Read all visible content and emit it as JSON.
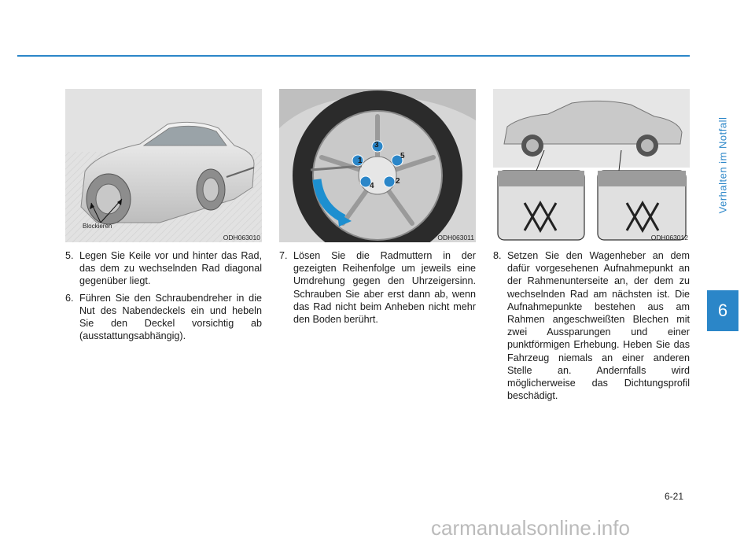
{
  "side_title": "Verhalten im Notfall",
  "chapter_number": "6",
  "page_number": "6-21",
  "watermark": "carmanualsonline.info",
  "figures": [
    {
      "code": "ODH063010",
      "label": "Blockieren"
    },
    {
      "code": "ODH063011",
      "bolt_numbers": [
        "1",
        "2",
        "3",
        "4",
        "5"
      ]
    },
    {
      "code": "ODH063012"
    }
  ],
  "steps": [
    {
      "number": "5.",
      "text": "Legen Sie Keile vor und hinter das Rad, das dem zu wechselnden Rad diagonal gegenüber liegt."
    },
    {
      "number": "6.",
      "text": "Führen Sie den Schraubendreher in die Nut des Nabendeckels ein und hebeln Sie den Deckel vorsichtig ab (ausstattungsabhängig)."
    },
    {
      "number": "7.",
      "text": "Lösen Sie die Radmuttern in der gezeigten Reihenfolge um jeweils eine Umdrehung gegen den Uhrzeigersinn. Schrauben Sie aber erst dann ab, wenn das Rad nicht beim Anheben nicht mehr den Boden berührt."
    },
    {
      "number": "8.",
      "text": "Setzen Sie den Wagenheber an dem dafür vorgesehenen Aufnahmepunkt an der Rahmenunterseite an, der dem zu wechselnden Rad am nächsten ist. Die Aufnahmepunkte bestehen aus am Rahmen angeschweißten Blechen mit zwei Aussparungen und einer punktförmigen Erhebung. Heben Sie das Fahrzeug niemals an einer anderen Stelle an. Andernfalls wird möglicherweise das Dichtungsprofil beschädigt."
    }
  ]
}
